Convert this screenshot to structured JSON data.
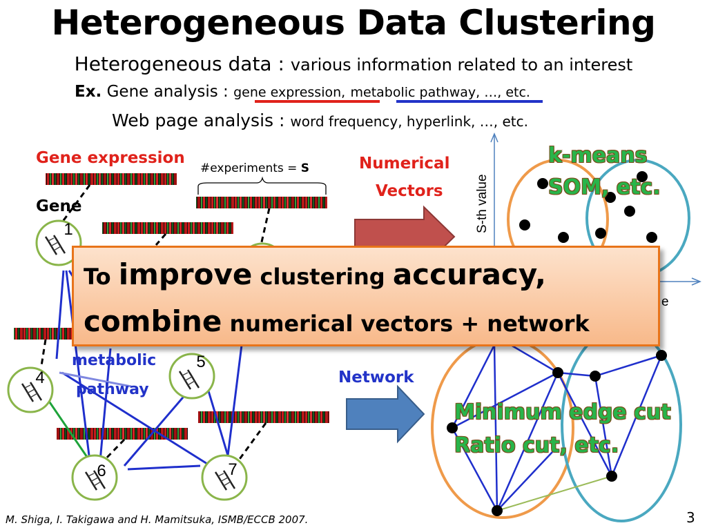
{
  "slide": {
    "title": "Heterogeneous Data Clustering",
    "subtitle_main": "Heterogeneous data :",
    "subtitle_rest": "various information related to an interest",
    "ex_prefix": "Ex.",
    "ex_gene_label": "Gene analysis :",
    "ex_gene_expression": "gene expression",
    "ex_comma": ",",
    "ex_metabolic_pathway": "metabolic pathway",
    "ex_tail": ", …, etc.",
    "web_label": "Web page analysis :",
    "web_items": "word frequency, hyperlink, …, etc.",
    "page_number": "3",
    "citation": "M. Shiga, I. Takigawa and H. Mamitsuka, ISMB/ECCB 2007."
  },
  "left_panel": {
    "gene_expression_label": "Gene expression",
    "experiments_label": "#experiments = ",
    "experiments_var": "S",
    "gene_label": "Gene",
    "metabolic_label_1": "metabolic",
    "metabolic_label_2": "pathway",
    "gene_nodes": [
      "1",
      "4",
      "5",
      "6",
      "7"
    ]
  },
  "middle": {
    "numerical_label_1": "Numerical",
    "numerical_label_2": "Vectors",
    "network_label": "Network"
  },
  "right_panel": {
    "axis_label": "S-th  value",
    "axis_label_partial": "e",
    "kmeans_1": "k-means",
    "kmeans_2": "SOM, etc.",
    "cut_1": "Minimum edge cut",
    "cut_2": "Ratio cut, etc."
  },
  "callout": {
    "w1": "To ",
    "w2": "improve",
    "w3": " clustering ",
    "w4": "accuracy,",
    "w5": "combine",
    "w6": " numerical vectors + network"
  },
  "colors": {
    "red_underline": "#e0221b",
    "blue_underline": "#2233c8",
    "node_border": "#8ab54a",
    "edge_blue": "#1f2fcc",
    "cluster_orange": "#ef9a4a",
    "cluster_teal": "#4aa8c0",
    "arrow_red": "#c0504d",
    "arrow_blue": "#4f81bd"
  }
}
